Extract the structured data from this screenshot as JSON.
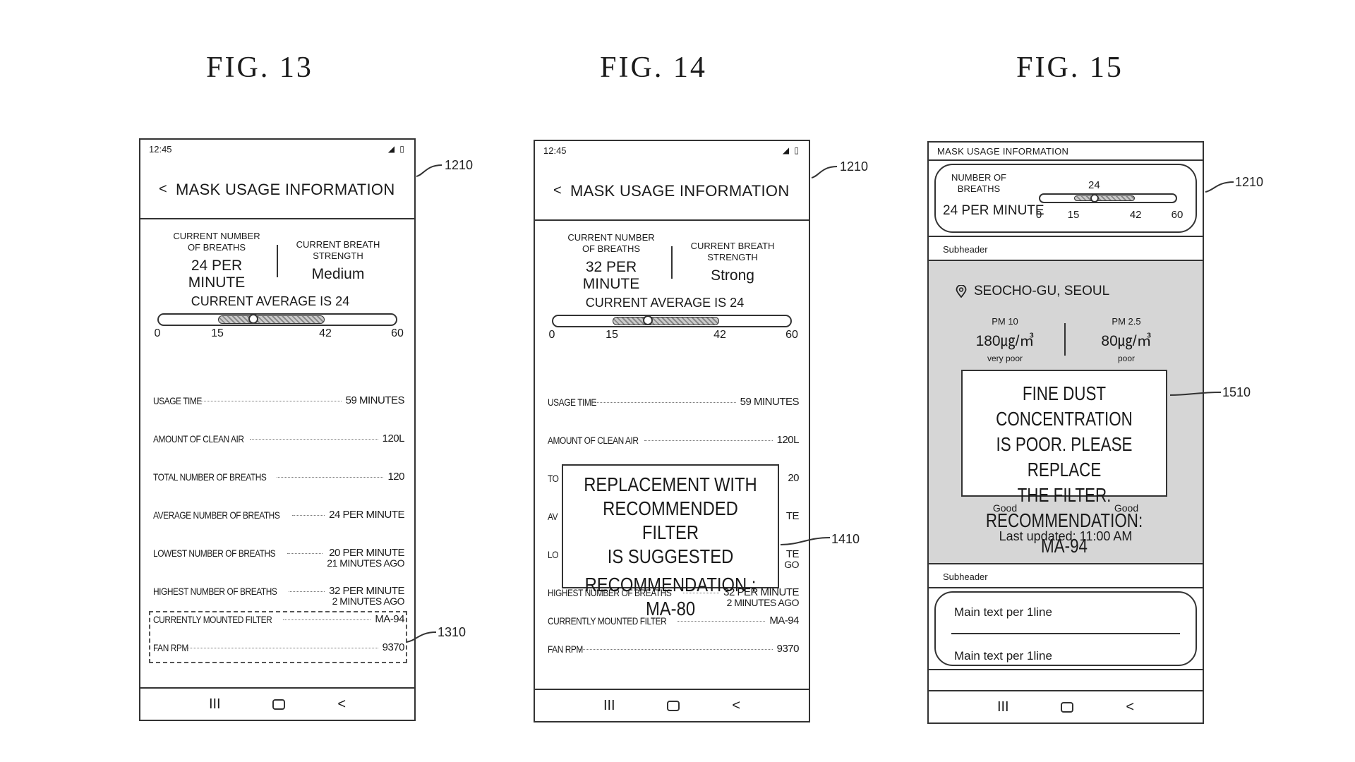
{
  "figures": [
    {
      "title": "FIG. 13"
    },
    {
      "title": "FIG. 14"
    },
    {
      "title": "FIG. 15"
    }
  ],
  "refs": {
    "r1210": "1210",
    "r1310": "1310",
    "r1410": "1410",
    "r1510": "1510"
  },
  "phone": {
    "time": "12:45",
    "status_icons": "◢ ▯",
    "back_icon": "<",
    "title": "MASK USAGE INFORMATION",
    "breaths_label_1": "CURRENT NUMBER",
    "breaths_label_2": "OF BREATHS",
    "strength_label_1": "CURRENT BREATH",
    "strength_label_2": "STRENGTH",
    "average_label": "CURRENT AVERAGE IS 24",
    "slider": {
      "min": 0,
      "max": 60,
      "range_low": 15,
      "range_high": 42,
      "current": 24,
      "tick_labels": [
        "0",
        "15",
        "42",
        "60"
      ]
    },
    "nav": {
      "recents": "III",
      "back": "<"
    }
  },
  "fig13": {
    "breaths_value": "24 PER MINUTE",
    "strength_value": "Medium",
    "rows": [
      {
        "label": "USAGE TIME",
        "value": "59 MINUTES",
        "sub": ""
      },
      {
        "label": "AMOUNT OF CLEAN AIR",
        "value": "120L",
        "sub": ""
      },
      {
        "label": "TOTAL NUMBER OF BREATHS",
        "value": "120",
        "sub": ""
      },
      {
        "label": "AVERAGE NUMBER OF BREATHS",
        "value": "24 PER MINUTE",
        "sub": ""
      },
      {
        "label": "LOWEST NUMBER OF BREATHS",
        "value": "20 PER MINUTE",
        "sub": "21 MINUTES AGO"
      },
      {
        "label": "HIGHEST NUMBER OF BREATHS",
        "value": "32 PER MINUTE",
        "sub": "2 MINUTES AGO"
      },
      {
        "label": "CURRENTLY MOUNTED FILTER",
        "value": "MA-94",
        "sub": ""
      },
      {
        "label": "FAN RPM",
        "value": "9370",
        "sub": ""
      }
    ]
  },
  "fig14": {
    "breaths_value": "32 PER MINUTE",
    "strength_value": "Strong",
    "popup_line1": "REPLACEMENT WITH",
    "popup_line2": "RECOMMENDED FILTER",
    "popup_line3": "IS SUGGESTED",
    "popup_line4": "RECOMMENDATION : MA-80",
    "peek_left": [
      "TO",
      "AV",
      "LO"
    ],
    "peek_right": [
      "20",
      "TE",
      "TE"
    ],
    "peek_right_sub": "GO",
    "rows": [
      {
        "label": "USAGE TIME",
        "value": "59 MINUTES",
        "sub": ""
      },
      {
        "label": "AMOUNT OF CLEAN AIR",
        "value": "120L",
        "sub": ""
      },
      {
        "label": "",
        "value": "",
        "sub": ""
      },
      {
        "label": "",
        "value": "",
        "sub": ""
      },
      {
        "label": "",
        "value": "",
        "sub": ""
      },
      {
        "label": "HIGHEST NUMBER OF BREATHS",
        "value": "32 PER MINUTE",
        "sub": "2 MINUTES AGO"
      },
      {
        "label": "CURRENTLY MOUNTED FILTER",
        "value": "MA-94",
        "sub": ""
      },
      {
        "label": "FAN RPM",
        "value": "9370",
        "sub": ""
      }
    ]
  },
  "fig15": {
    "title": "MASK USAGE INFORMATION",
    "breaths_label_1": "NUMBER OF",
    "breaths_label_2": "BREATHS",
    "breaths_value": "24 PER MINUTE",
    "slider_top": "24",
    "slider_ticks": [
      "0",
      "15",
      "42",
      "60"
    ],
    "subheader1": "Subheader",
    "location": "SEOCHO-GU, SEOUL",
    "pm10_label": "PM 10",
    "pm10_value": "180㎍/㎥",
    "pm10_grade": "very poor",
    "pm25_label": "PM 2.5",
    "pm25_value": "80㎍/㎥",
    "pm25_grade": "poor",
    "popup_line1": "FINE DUST CONCENTRATION",
    "popup_line2": "IS POOR. PLEASE REPLACE",
    "popup_line3": "THE FILTER.",
    "popup_line4": "RECOMMENDATION: MA-94",
    "good_left": "Good",
    "good_right": "Good",
    "updated": "Last updated:  11:00 AM",
    "subheader2": "Subheader",
    "list_item_1": "Main text per 1line",
    "list_item_2": "Main text per 1line"
  }
}
